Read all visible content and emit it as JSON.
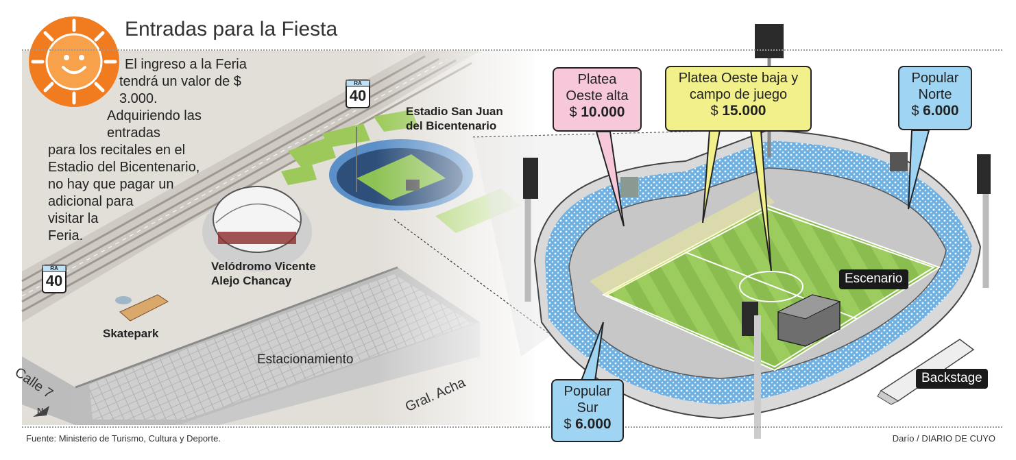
{
  "title": "Entradas para la Fiesta",
  "intro_lines": [
    "El ingreso a la Feria",
    "tendrá un valor de $ 3.000.",
    "Adquiriendo las entradas",
    "para los recitales en el",
    "Estadio del Bicentenario,",
    "no hay que pagar un",
    "adicional para",
    "visitar la",
    "Feria."
  ],
  "map": {
    "route_badge_top": "RA",
    "route_number": "40",
    "stadium_label": [
      "Estadio San Juan",
      "del Bicentenario"
    ],
    "velodrome_label": [
      "Velódromo Vicente",
      "Alejo Chancay"
    ],
    "skatepark_label": "Skatepark",
    "parking_label": "Estacionamiento",
    "street_1": "Calle 7",
    "street_2": "Gral. Acha",
    "north_label": "N"
  },
  "tickets": {
    "platea_oeste_alta": {
      "line1": "Platea",
      "line2": "Oeste alta",
      "currency": "$",
      "price": "10.000",
      "color": "#f7c8d9"
    },
    "platea_oeste_baja": {
      "line1": "Platea Oeste baja y",
      "line2": "campo de juego",
      "currency": "$",
      "price": "15.000",
      "color": "#f2f08a"
    },
    "popular_norte": {
      "line1": "Popular",
      "line2": "Norte",
      "currency": "$",
      "price": "6.000",
      "color": "#9fd4f2"
    },
    "popular_sur": {
      "line1": "Popular",
      "line2": "Sur",
      "currency": "$",
      "price": "6.000",
      "color": "#9fd4f2"
    }
  },
  "stadium_tags": {
    "stage": "Escenario",
    "backstage": "Backstage"
  },
  "footer": {
    "source": "Fuente: Ministerio de Turismo, Cultura y Deporte.",
    "credit": "Darío / DIARIO DE CUYO"
  }
}
